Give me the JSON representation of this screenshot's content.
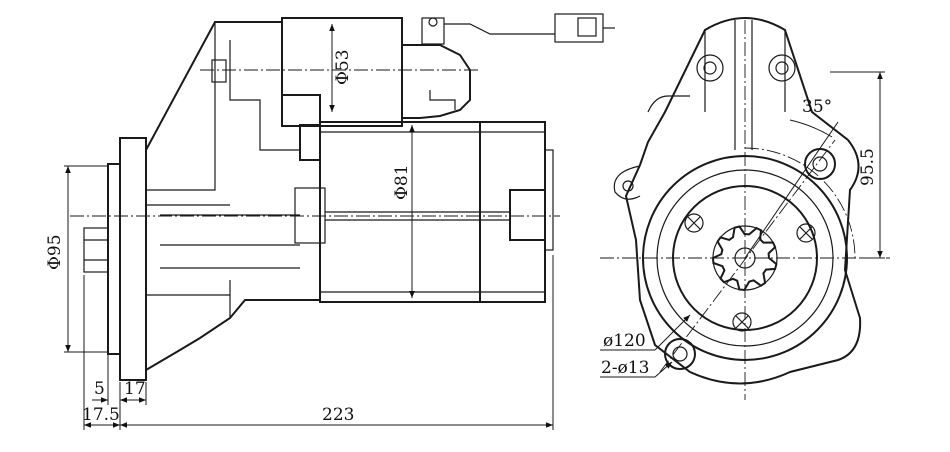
{
  "dimensions": {
    "d53": "Φ53",
    "d81": "Φ81",
    "d95": "Φ95",
    "len5": "5",
    "len17": "17",
    "len17_5": "17.5",
    "len223": "223",
    "angle35": "35°",
    "len95_5": "95.5",
    "d120": "ø120",
    "holes": "2-ø13"
  }
}
